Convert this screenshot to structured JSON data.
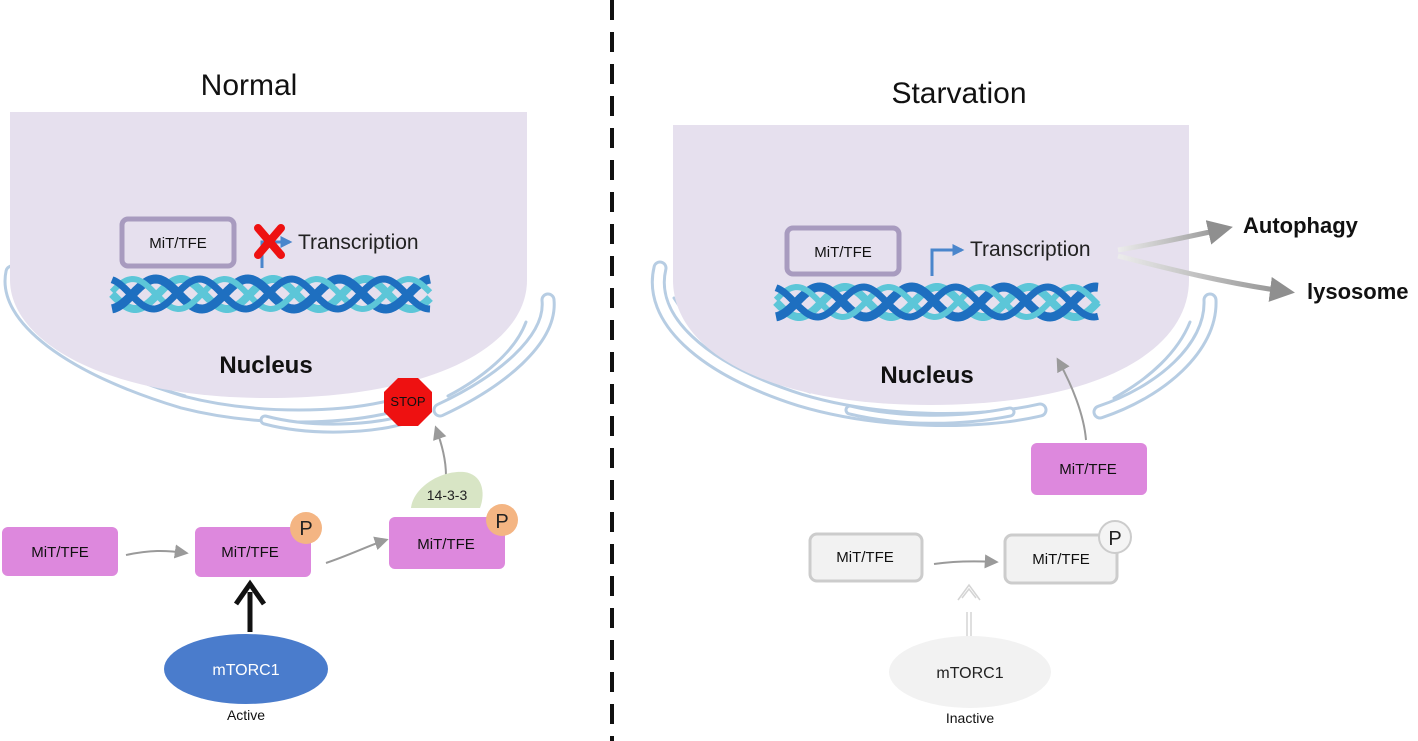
{
  "normal": {
    "title": "Normal",
    "nucleus_label": "Nucleus",
    "dna_box_label": "MiT/TFE",
    "transcription_label": "Transcription",
    "stop_label": "STOP",
    "protein1_label": "MiT/TFE",
    "protein2_label": "MiT/TFE",
    "protein3_label": "MiT/TFE",
    "phospho_label": "P",
    "adapter_label": "14-3-3",
    "mtorc1_label": "mTORC1",
    "mtorc1_state": "Active"
  },
  "starvation": {
    "title": "Starvation",
    "nucleus_label": "Nucleus",
    "dna_box_label": "MiT/TFE",
    "transcription_label": "Transcription",
    "outputs": [
      "Autophagy",
      "lysosome"
    ],
    "nuclear_protein_label": "MiT/TFE",
    "protein1_label": "MiT/TFE",
    "protein2_label": "MiT/TFE",
    "phospho_label": "P",
    "mtorc1_label": "mTORC1",
    "mtorc1_state": "Inactive"
  },
  "colors": {
    "nucleus_fill": "#e6e0ee",
    "er_stroke": "#b7cde3",
    "tf_fill": "#dd88dd",
    "tf_box_stroke": "#a89bbf",
    "phospho_fill": "#f4b583",
    "adapter_fill": "#d8e5c5",
    "stop_fill": "#ee1111",
    "mtorc1_active": "#4a7ccc",
    "inactive_fill": "#f2f2f2",
    "inactive_stroke": "#cccccc",
    "dna_dark": "#1e6fc0",
    "dna_light": "#5cc6d8",
    "transcription_arrow": "#4a86cc",
    "blocked_mark": "#ee1111"
  }
}
